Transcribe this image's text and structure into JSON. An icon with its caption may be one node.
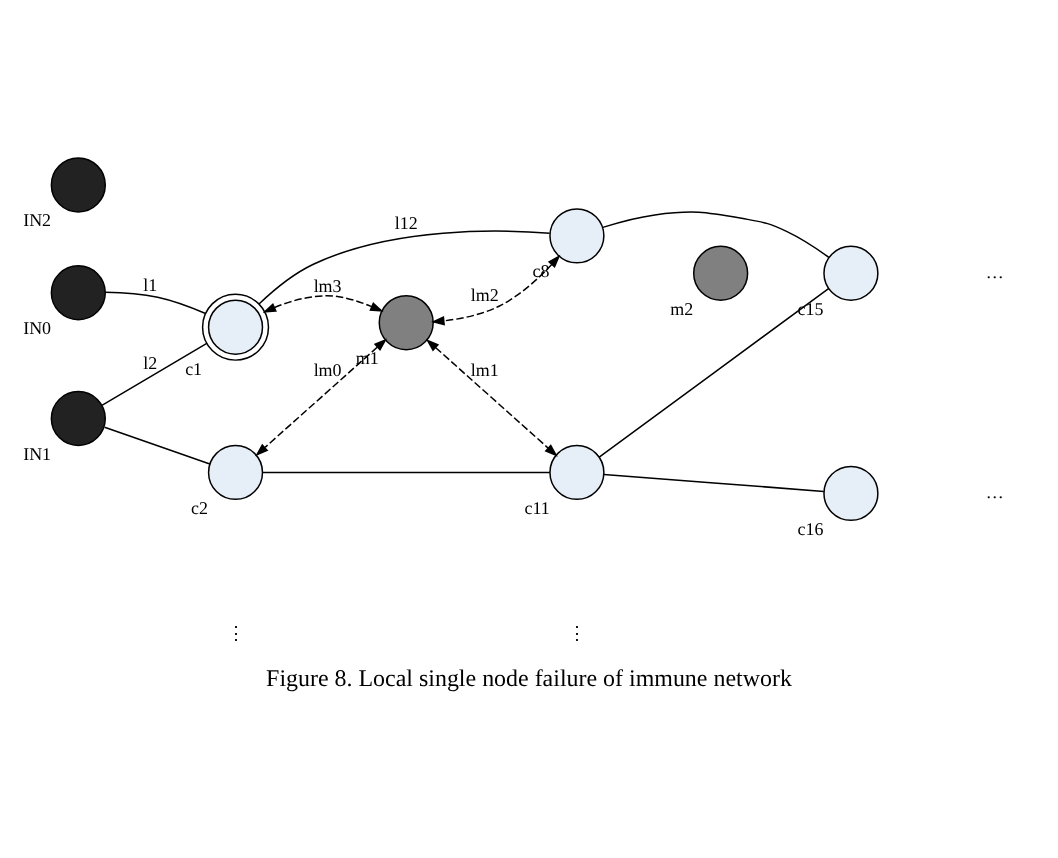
{
  "diagram": {
    "caption": "Figure 8. Local single node failure of immune network",
    "nodes": [
      {
        "text": [],
        "shape": "circle",
        "beside": [
          "IN0"
        ]
      },
      {
        "text": [],
        "shape": "circle",
        "beside": [
          "IN1"
        ]
      },
      {
        "text": [],
        "shape": "circle",
        "beside": [
          "IN2"
        ]
      },
      {
        "text": [],
        "shape": "circle",
        "beside": [
          "c1"
        ]
      },
      {
        "text": [],
        "shape": "circle",
        "beside": [
          "c8"
        ]
      },
      {
        "text": [],
        "shape": "circle",
        "beside": [
          "c15"
        ]
      },
      {
        "text": [],
        "shape": "circle",
        "beside": [
          "m1"
        ]
      },
      {
        "text": [],
        "shape": "circle",
        "beside": [
          "m2"
        ]
      },
      {
        "text": [],
        "shape": "circle",
        "beside": [
          "c2"
        ]
      },
      {
        "text": [],
        "shape": "circle",
        "beside": [
          "c11"
        ]
      },
      {
        "text": [],
        "shape": "circle",
        "beside": [
          "c16"
        ]
      }
    ],
    "edges": [
      {
        "from": 0,
        "to": 3,
        "arrow": "none",
        "label": "l1"
      },
      {
        "from": 1,
        "to": 3,
        "arrow": "none",
        "label": "l2"
      },
      {
        "from": 1,
        "to": 8,
        "arrow": "none"
      },
      {
        "from": 3,
        "to": 4,
        "arrow": "none",
        "label": "l12"
      },
      {
        "from": 4,
        "to": 5,
        "arrow": "none"
      },
      {
        "from": 3,
        "to": 6,
        "arrow": "both",
        "style": "dashed",
        "label": "lm3"
      },
      {
        "from": 4,
        "to": 6,
        "arrow": "both",
        "style": "dashed",
        "label": "lm2"
      },
      {
        "from": 6,
        "to": 8,
        "arrow": "both",
        "style": "dashed",
        "label": "lm0"
      },
      {
        "from": 6,
        "to": 9,
        "arrow": "both",
        "style": "dashed",
        "label": "lm1"
      },
      {
        "from": 8,
        "to": 9,
        "arrow": "none"
      },
      {
        "from": 9,
        "to": 10,
        "arrow": "none"
      },
      {
        "from": 9,
        "to": 5,
        "arrow": "none"
      }
    ],
    "labels": [
      "…",
      "…",
      "⋮",
      "⋮"
    ]
  }
}
